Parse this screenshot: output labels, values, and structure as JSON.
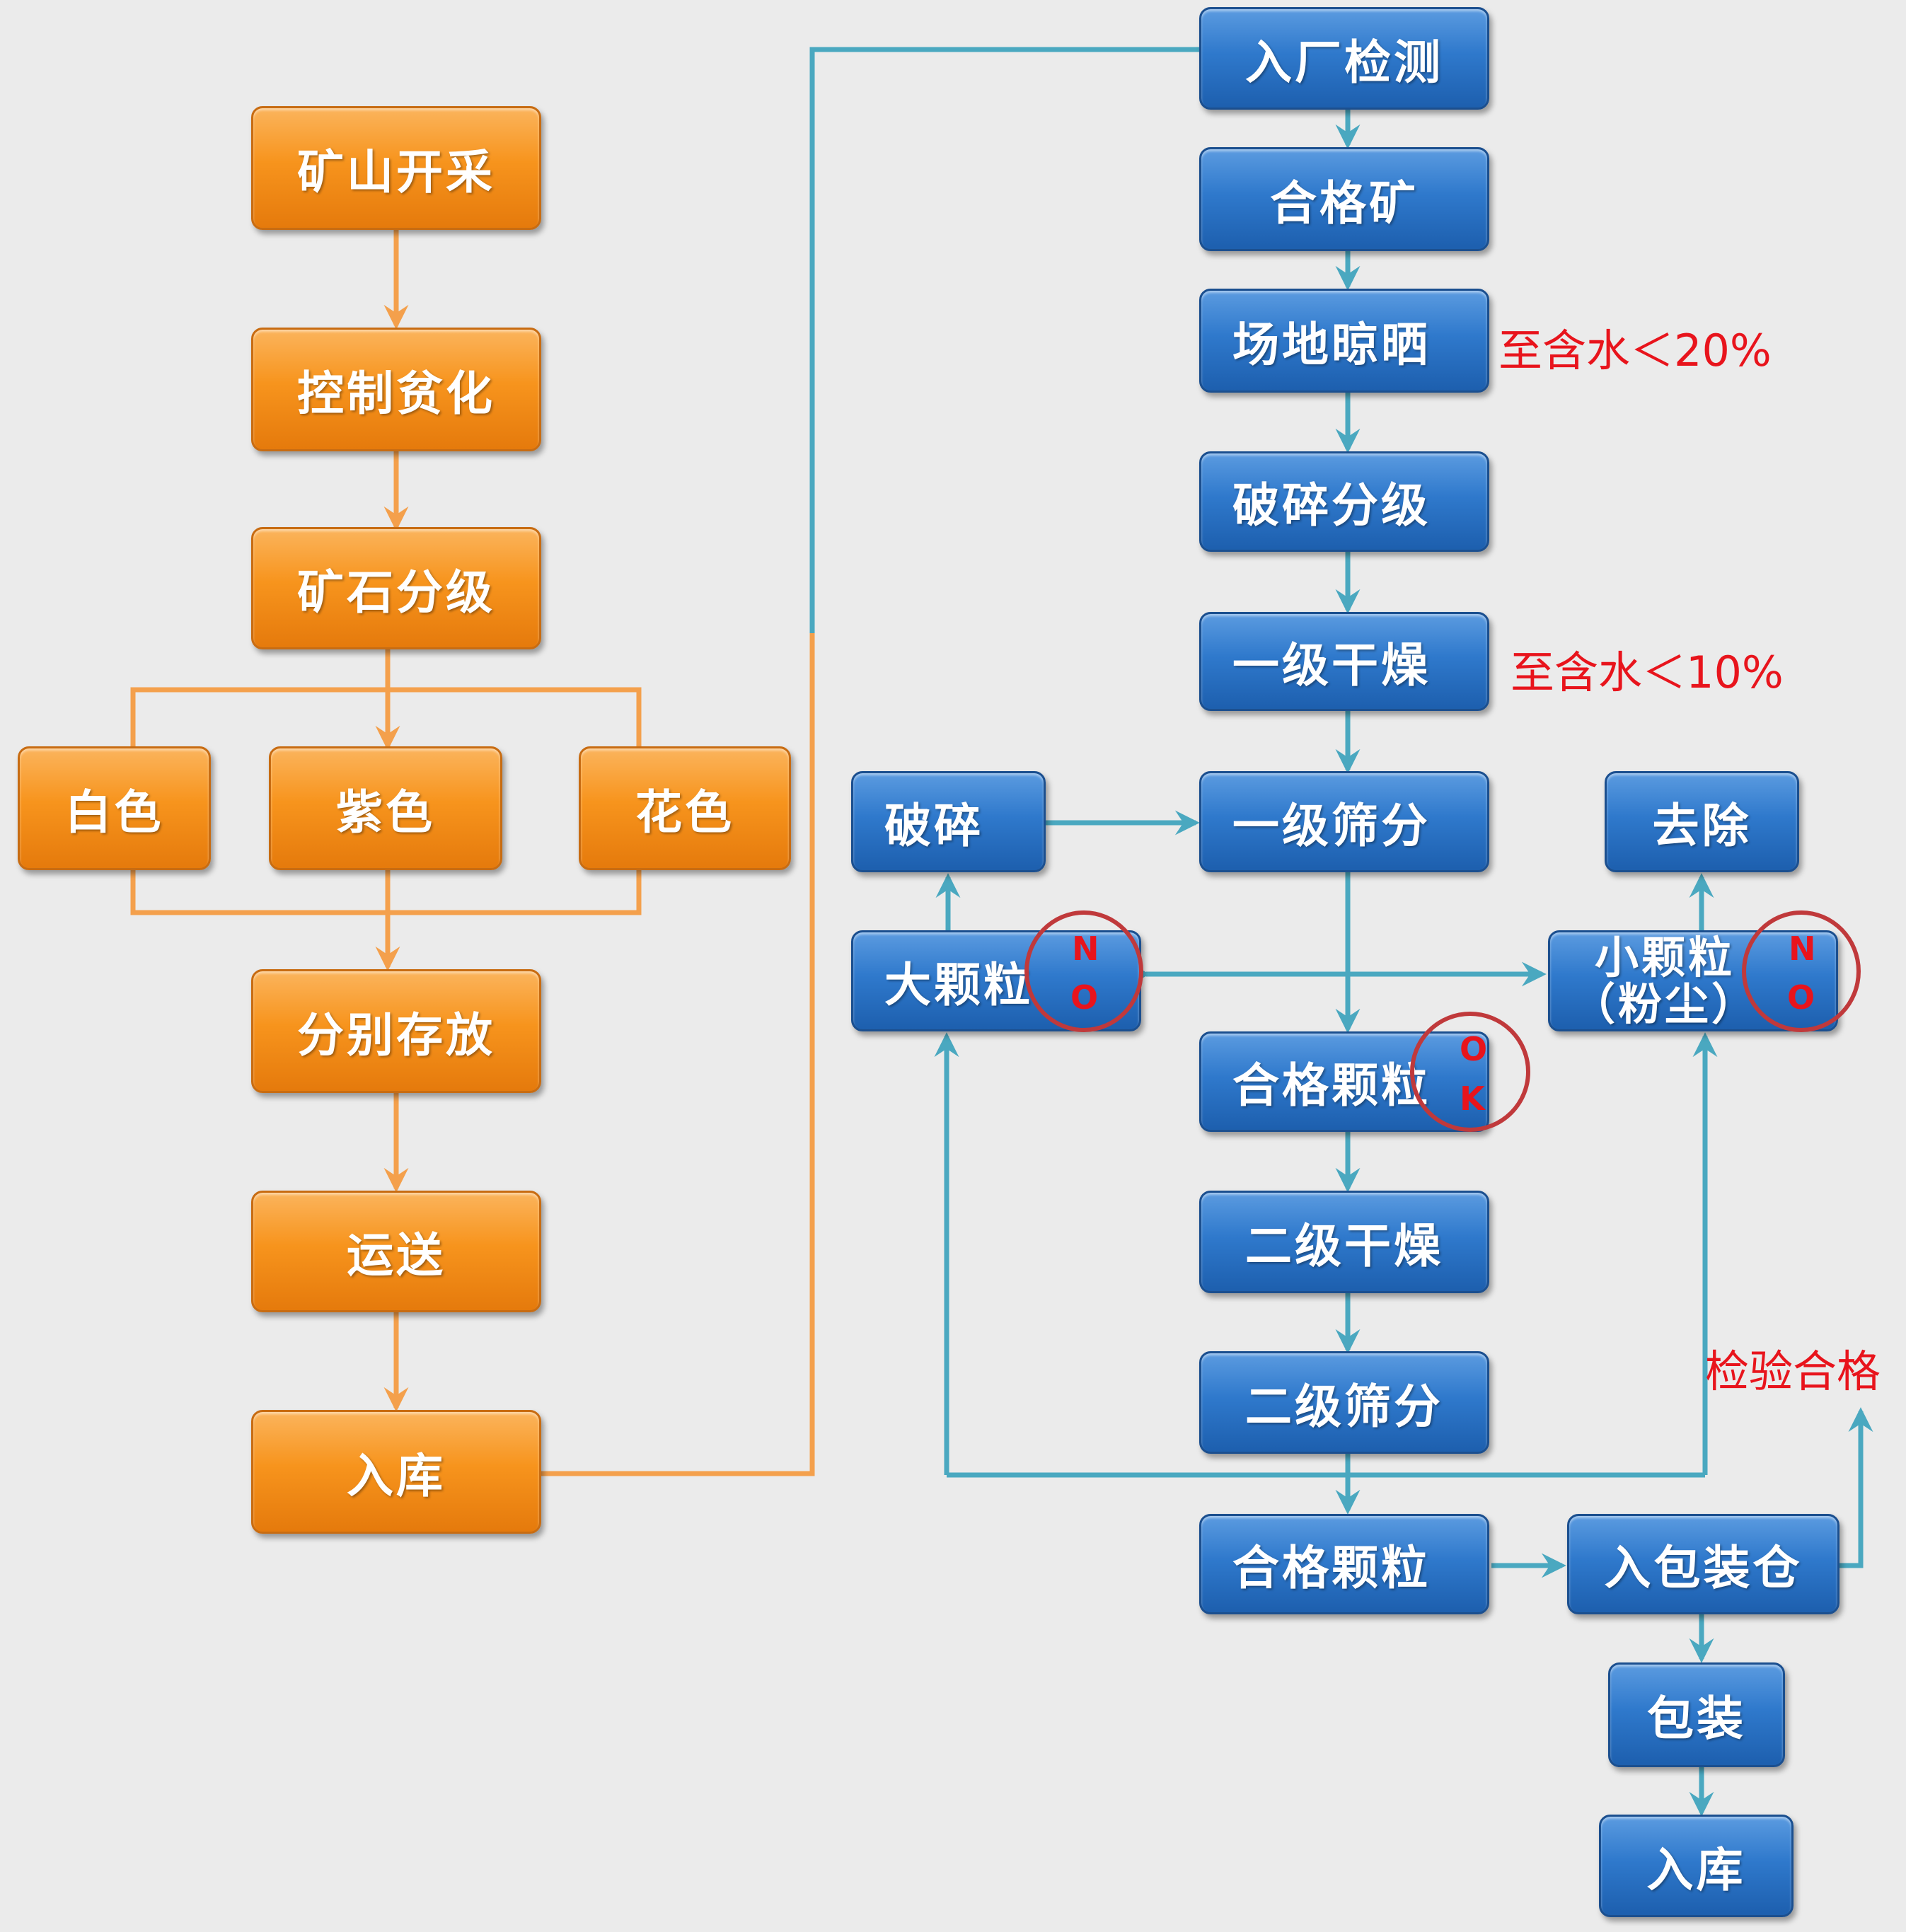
{
  "mining_flow": {
    "step_1": "矿山开采",
    "step_2": "控制贫化",
    "step_3": "矿石分级",
    "grade_white": "白色",
    "grade_purple": "紫色",
    "grade_mixed": "花色",
    "step_4": "分别存放",
    "step_5": "运送",
    "step_6": "入库"
  },
  "plant_flow": {
    "step_1": "入厂检测",
    "step_2": "合格矿",
    "step_3": "场地晾晒",
    "step_4": "破碎分级",
    "step_5": "一级干燥",
    "step_6": "一级筛分",
    "crush": "破碎",
    "remove": "去除",
    "large_particles": "大颗粒",
    "small_particles_line1": "小颗粒",
    "small_particles_line2": "（粉尘）",
    "qualified_particles": "合格颗粒",
    "step_7": "二级干燥",
    "step_8": "二级筛分",
    "qualified_particles_final": "合格颗粒",
    "packing_bin": "入包装仓",
    "packing": "包装",
    "storage": "入库"
  },
  "notes": {
    "moisture_20": "至含水＜20%",
    "moisture_10": "至含水＜10%",
    "inspection_passed": "检验合格"
  },
  "marks": {
    "large_n": "N",
    "large_o": "O",
    "small_n": "N",
    "small_o": "O",
    "ok_o": "O",
    "ok_k": "K"
  },
  "colors": {
    "orange_flow": "#f7941d",
    "orange_line": "#f4a04c",
    "blue_flow": "#2f79cc",
    "teal_line": "#4aa8c0",
    "red_note": "#e8141c",
    "ring": "#c0393b",
    "background": "#ebebeb"
  }
}
